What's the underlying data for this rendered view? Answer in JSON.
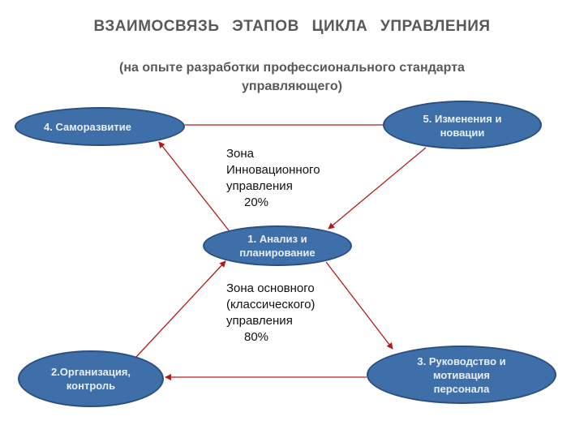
{
  "title": "ВЗАИМОСВЯЗЬ ЭТАПОВ ЦИКЛА УПРАВЛЕНИЯ",
  "subtitle_line1": "(на опыте разработки профессионального стандарта",
  "subtitle_line2": "управляющего)",
  "nodes": {
    "self_development": "4. Саморазвитие",
    "changes_line1": "5. Изменения и",
    "changes_line2": "новации",
    "analysis_line1": "1. Анализ и",
    "analysis_line2": "планирование",
    "organization_line1": "2.Организация,",
    "organization_line2": "контроль",
    "leadership_line1": "3. Руководство и",
    "leadership_line2": "мотивация",
    "leadership_line3": "персонала"
  },
  "zones": {
    "innovation": {
      "line1": "Зона",
      "line2": "Инновационного",
      "line3": "управления",
      "percent": "20%"
    },
    "basic": {
      "line1": "Зона основного",
      "line2": "(классического)",
      "line3": "управления",
      "percent": "80%"
    }
  },
  "colors": {
    "node_fill": "#3f6fa8",
    "node_border": "#2a4f80",
    "arrow": "#b01c1c"
  }
}
